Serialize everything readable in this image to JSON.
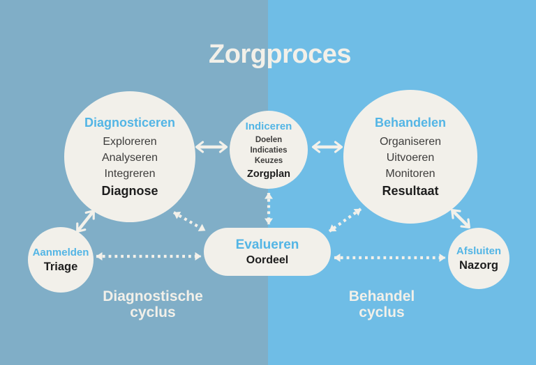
{
  "title": "Zorgproces",
  "colors": {
    "bg_left": "#80aec7",
    "bg_right": "#6fbde6",
    "node_fill": "#f2f0ea",
    "heading_blue": "#53b5e5",
    "item_text": "#3d3c3b",
    "result_text": "#1d1d1d",
    "arrow": "#f3f1ea",
    "title_text": "#f2f0e9"
  },
  "nodes": {
    "diagnosticeren": {
      "heading": "Diagnosticeren",
      "items": [
        "Exploreren",
        "Analyseren",
        "Integreren"
      ],
      "result": "Diagnose"
    },
    "indiceren": {
      "heading": "Indiceren",
      "items": [
        "Doelen",
        "Indicaties",
        "Keuzes"
      ],
      "result": "Zorgplan"
    },
    "behandelen": {
      "heading": "Behandelen",
      "items": [
        "Organiseren",
        "Uitvoeren",
        "Monitoren"
      ],
      "result": "Resultaat"
    },
    "aanmelden": {
      "heading": "Aanmelden",
      "result": "Triage"
    },
    "evalueren": {
      "heading": "Evalueren",
      "result": "Oordeel"
    },
    "afsluiten": {
      "heading": "Afsluiten",
      "result": "Nazorg"
    }
  },
  "cycle_labels": {
    "left": {
      "line1": "Diagnostische",
      "line2": "cyclus"
    },
    "right": {
      "line1": "Behandel",
      "line2": "cyclus"
    }
  }
}
